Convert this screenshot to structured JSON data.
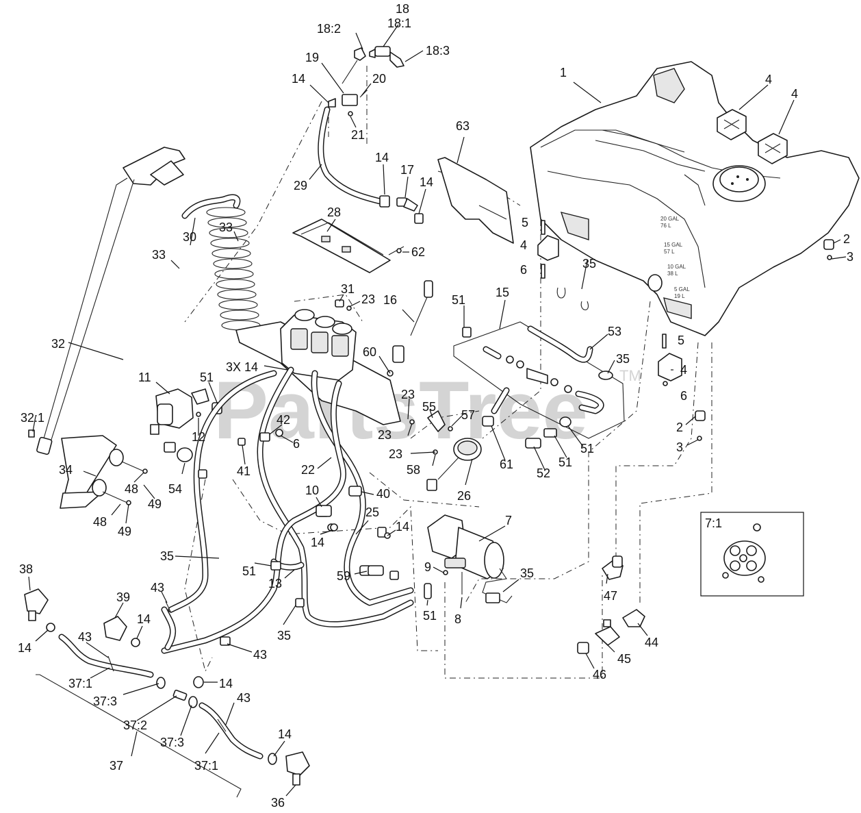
{
  "watermark": {
    "text": "PartsTree",
    "trademark": "TM"
  },
  "tank_markings": [
    "20 GAL",
    "76 L",
    "15 GAL",
    "57 L",
    "10 GAL",
    "38 L",
    "5 GAL",
    "19 L"
  ],
  "callouts": [
    {
      "id": "c18",
      "text": "18"
    },
    {
      "id": "c18_1",
      "text": "18:1"
    },
    {
      "id": "c18_2",
      "text": "18:2"
    },
    {
      "id": "c18_3",
      "text": "18:3"
    },
    {
      "id": "c19",
      "text": "19"
    },
    {
      "id": "c20",
      "text": "20"
    },
    {
      "id": "c14a",
      "text": "14"
    },
    {
      "id": "c21",
      "text": "21"
    },
    {
      "id": "c1",
      "text": "1"
    },
    {
      "id": "c4a",
      "text": "4"
    },
    {
      "id": "c4b",
      "text": "4"
    },
    {
      "id": "c63",
      "text": "63"
    },
    {
      "id": "c29",
      "text": "29"
    },
    {
      "id": "c14b",
      "text": "14"
    },
    {
      "id": "c17",
      "text": "17"
    },
    {
      "id": "c14c",
      "text": "14"
    },
    {
      "id": "c28",
      "text": "28"
    },
    {
      "id": "c62",
      "text": "62"
    },
    {
      "id": "c5a",
      "text": "5"
    },
    {
      "id": "c4c",
      "text": "4"
    },
    {
      "id": "c6a",
      "text": "6"
    },
    {
      "id": "c2a",
      "text": "2"
    },
    {
      "id": "c3a",
      "text": "3"
    },
    {
      "id": "c30",
      "text": "30"
    },
    {
      "id": "c33a",
      "text": "33"
    },
    {
      "id": "c33b",
      "text": "33"
    },
    {
      "id": "c31",
      "text": "31"
    },
    {
      "id": "c23a",
      "text": "23"
    },
    {
      "id": "c35a",
      "text": "35"
    },
    {
      "id": "c51a",
      "text": "51"
    },
    {
      "id": "c15",
      "text": "15"
    },
    {
      "id": "c16",
      "text": "16"
    },
    {
      "id": "c32",
      "text": "32"
    },
    {
      "id": "c53",
      "text": "53"
    },
    {
      "id": "c5b",
      "text": "5"
    },
    {
      "id": "c35b",
      "text": "35"
    },
    {
      "id": "c60",
      "text": "60"
    },
    {
      "id": "c3x14",
      "text": "3X 14"
    },
    {
      "id": "c4d",
      "text": "4"
    },
    {
      "id": "c6b",
      "text": "6"
    },
    {
      "id": "c11",
      "text": "11"
    },
    {
      "id": "c51b",
      "text": "51"
    },
    {
      "id": "c23b",
      "text": "23"
    },
    {
      "id": "c55",
      "text": "55"
    },
    {
      "id": "c57",
      "text": "57"
    },
    {
      "id": "c32_1",
      "text": "32:1"
    },
    {
      "id": "c42",
      "text": "42"
    },
    {
      "id": "c6c",
      "text": "6"
    },
    {
      "id": "c23c",
      "text": "23"
    },
    {
      "id": "c12",
      "text": "12"
    },
    {
      "id": "c23d",
      "text": "23"
    },
    {
      "id": "c2b",
      "text": "2"
    },
    {
      "id": "c3b",
      "text": "3"
    },
    {
      "id": "c51c",
      "text": "51"
    },
    {
      "id": "c51d",
      "text": "51"
    },
    {
      "id": "c52",
      "text": "52"
    },
    {
      "id": "c61",
      "text": "61"
    },
    {
      "id": "c58",
      "text": "58"
    },
    {
      "id": "c41",
      "text": "41"
    },
    {
      "id": "c22",
      "text": "22"
    },
    {
      "id": "c34",
      "text": "34"
    },
    {
      "id": "c54",
      "text": "54"
    },
    {
      "id": "c48a",
      "text": "48"
    },
    {
      "id": "c26",
      "text": "26"
    },
    {
      "id": "c10",
      "text": "10"
    },
    {
      "id": "c40",
      "text": "40"
    },
    {
      "id": "c49a",
      "text": "49"
    },
    {
      "id": "c48b",
      "text": "48"
    },
    {
      "id": "c49b",
      "text": "49"
    },
    {
      "id": "c25",
      "text": "25"
    },
    {
      "id": "c7",
      "text": "7"
    },
    {
      "id": "c7_1",
      "text": "7:1"
    },
    {
      "id": "c14d",
      "text": "14"
    },
    {
      "id": "c14e",
      "text": "14"
    },
    {
      "id": "c35c",
      "text": "35"
    },
    {
      "id": "c38",
      "text": "38"
    },
    {
      "id": "c51e",
      "text": "51"
    },
    {
      "id": "c13",
      "text": "13"
    },
    {
      "id": "c59",
      "text": "59"
    },
    {
      "id": "c9",
      "text": "9"
    },
    {
      "id": "c35d",
      "text": "35"
    },
    {
      "id": "c47",
      "text": "47"
    },
    {
      "id": "c43a",
      "text": "43"
    },
    {
      "id": "c39",
      "text": "39"
    },
    {
      "id": "c51f",
      "text": "51"
    },
    {
      "id": "c8",
      "text": "8"
    },
    {
      "id": "c14f",
      "text": "14"
    },
    {
      "id": "c14g",
      "text": "14"
    },
    {
      "id": "c35e",
      "text": "35"
    },
    {
      "id": "c44",
      "text": "44"
    },
    {
      "id": "c43b",
      "text": "43"
    },
    {
      "id": "c43c",
      "text": "43"
    },
    {
      "id": "c45",
      "text": "45"
    },
    {
      "id": "c46",
      "text": "46"
    },
    {
      "id": "c37_1a",
      "text": "37:1"
    },
    {
      "id": "c14h",
      "text": "14"
    },
    {
      "id": "c43d",
      "text": "43"
    },
    {
      "id": "c37_3a",
      "text": "37:3"
    },
    {
      "id": "c37_2",
      "text": "37:2"
    },
    {
      "id": "c37_3b",
      "text": "37:3"
    },
    {
      "id": "c14i",
      "text": "14"
    },
    {
      "id": "c37",
      "text": "37"
    },
    {
      "id": "c37_1b",
      "text": "37:1"
    },
    {
      "id": "c36",
      "text": "36"
    }
  ]
}
